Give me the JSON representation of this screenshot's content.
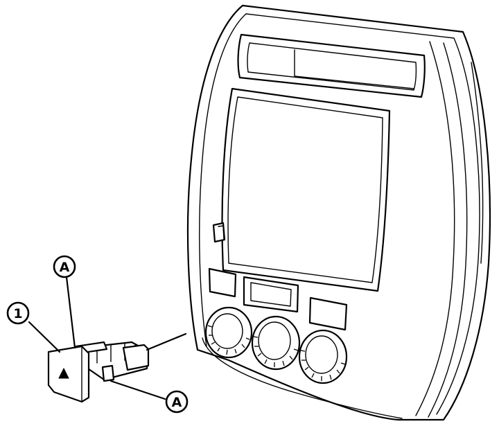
{
  "callouts": {
    "part_1": "1",
    "clip_a_top": "A",
    "clip_a_bottom": "A"
  },
  "icons": {
    "hazard_symbol": "warning-triangle-icon"
  },
  "colors": {
    "line": "#000000",
    "background": "#ffffff"
  }
}
